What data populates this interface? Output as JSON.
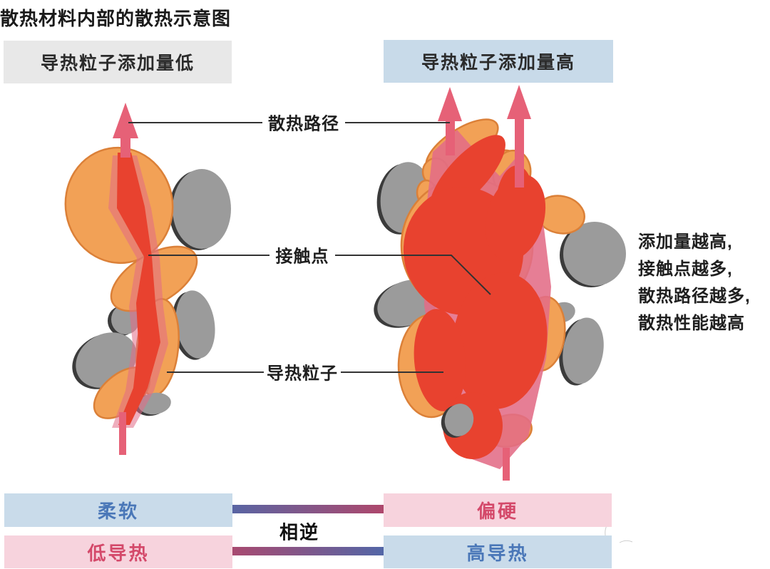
{
  "title": "散热材料内部的散热示意图",
  "headers": {
    "low": "导热粒子添加量低",
    "high": "导热粒子添加量高"
  },
  "callouts": {
    "heat_path": "散热路径",
    "contact_point": "接触点",
    "particle": "导热粒子"
  },
  "side_note": {
    "line1": "添加量越高,",
    "line2": "接触点越多,",
    "line3": "散热路径越多,",
    "line4": "散热性能越高"
  },
  "footer": {
    "soft": "柔软",
    "hard": "偏硬",
    "low_conduct": "低导热",
    "high_conduct": "高导热",
    "relation": "相逆"
  },
  "colors": {
    "particle_orange": "#F2A156",
    "particle_orange_edge": "#DB8038",
    "particle_gray": "#9B9B9B",
    "particle_dark_edge": "#3B3B3B",
    "heat_red": "#E8422F",
    "heat_pink": "#E26C86",
    "arrow_pink": "#E66177",
    "box_gray": "#E8E8E8",
    "box_blue": "#C8DAE9",
    "box_pink": "#F7D3DD",
    "text_blue": "#4A77B8",
    "text_red": "#D4496A",
    "gradient_blue": "#3D6EB5",
    "gradient_red": "#C4405E",
    "leader_line": "#333333"
  }
}
